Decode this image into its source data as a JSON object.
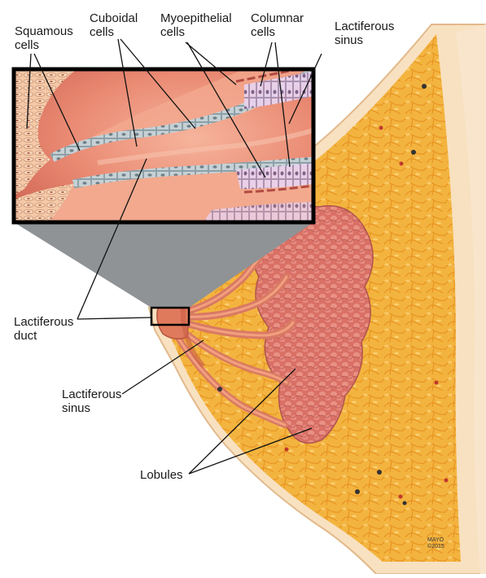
{
  "labels": {
    "squamous": "Squamous\ncells",
    "cuboidal": "Cuboidal\ncells",
    "myoepithelial": "Myoepithelial\ncells",
    "columnar": "Columnar\ncells",
    "sinus_top": "Lactiferous\nsinus",
    "duct": "Lactiferous\nduct",
    "sinus_mid": "Lactiferous\nsinus",
    "lobules": "Lobules"
  },
  "credit": "MAYO\n©2015",
  "colors": {
    "fat": "#f2b340",
    "fat_light": "#f7cf6a",
    "skin": "#f8e2c2",
    "gland": "#d9776d",
    "duct_tissue": "#ea8c72",
    "inset_border": "#000000",
    "cells": "#c9d2d6"
  }
}
